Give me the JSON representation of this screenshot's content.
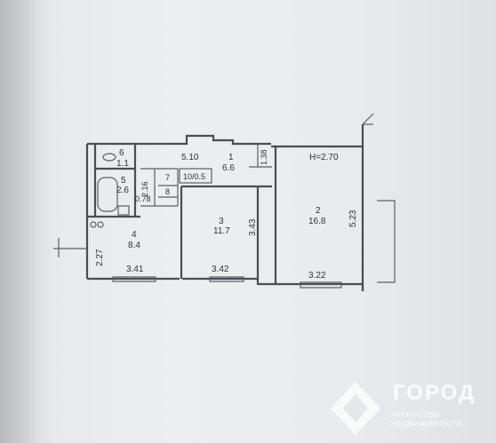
{
  "plan": {
    "ceiling_height": "H=2.70",
    "rooms": [
      {
        "id": "1",
        "area": "6.6"
      },
      {
        "id": "2",
        "area": "16.8"
      },
      {
        "id": "3",
        "area": "11.7"
      },
      {
        "id": "4",
        "area": "8.4"
      },
      {
        "id": "5",
        "area": "2.6"
      },
      {
        "id": "6",
        "area": "1.1"
      },
      {
        "id": "7",
        "area": ""
      },
      {
        "id": "8",
        "area": ""
      },
      {
        "id": "10",
        "area": "10/0.5"
      }
    ],
    "dimensions": {
      "corridor_width": "5.10",
      "corridor_depth": "1.38",
      "bath_depth": "2.16",
      "closet_width": "0.78",
      "room2_depth": "5.23",
      "room2_width": "3.22",
      "room3_depth": "3.43",
      "room3_width": "3.42",
      "kitchen_depth": "2.27",
      "kitchen_width": "3.41"
    }
  },
  "watermark": {
    "brand": "ГОРОД",
    "line1": "АГЕНТСТВО",
    "line2": "НЕДВИЖИМОСТИ"
  }
}
